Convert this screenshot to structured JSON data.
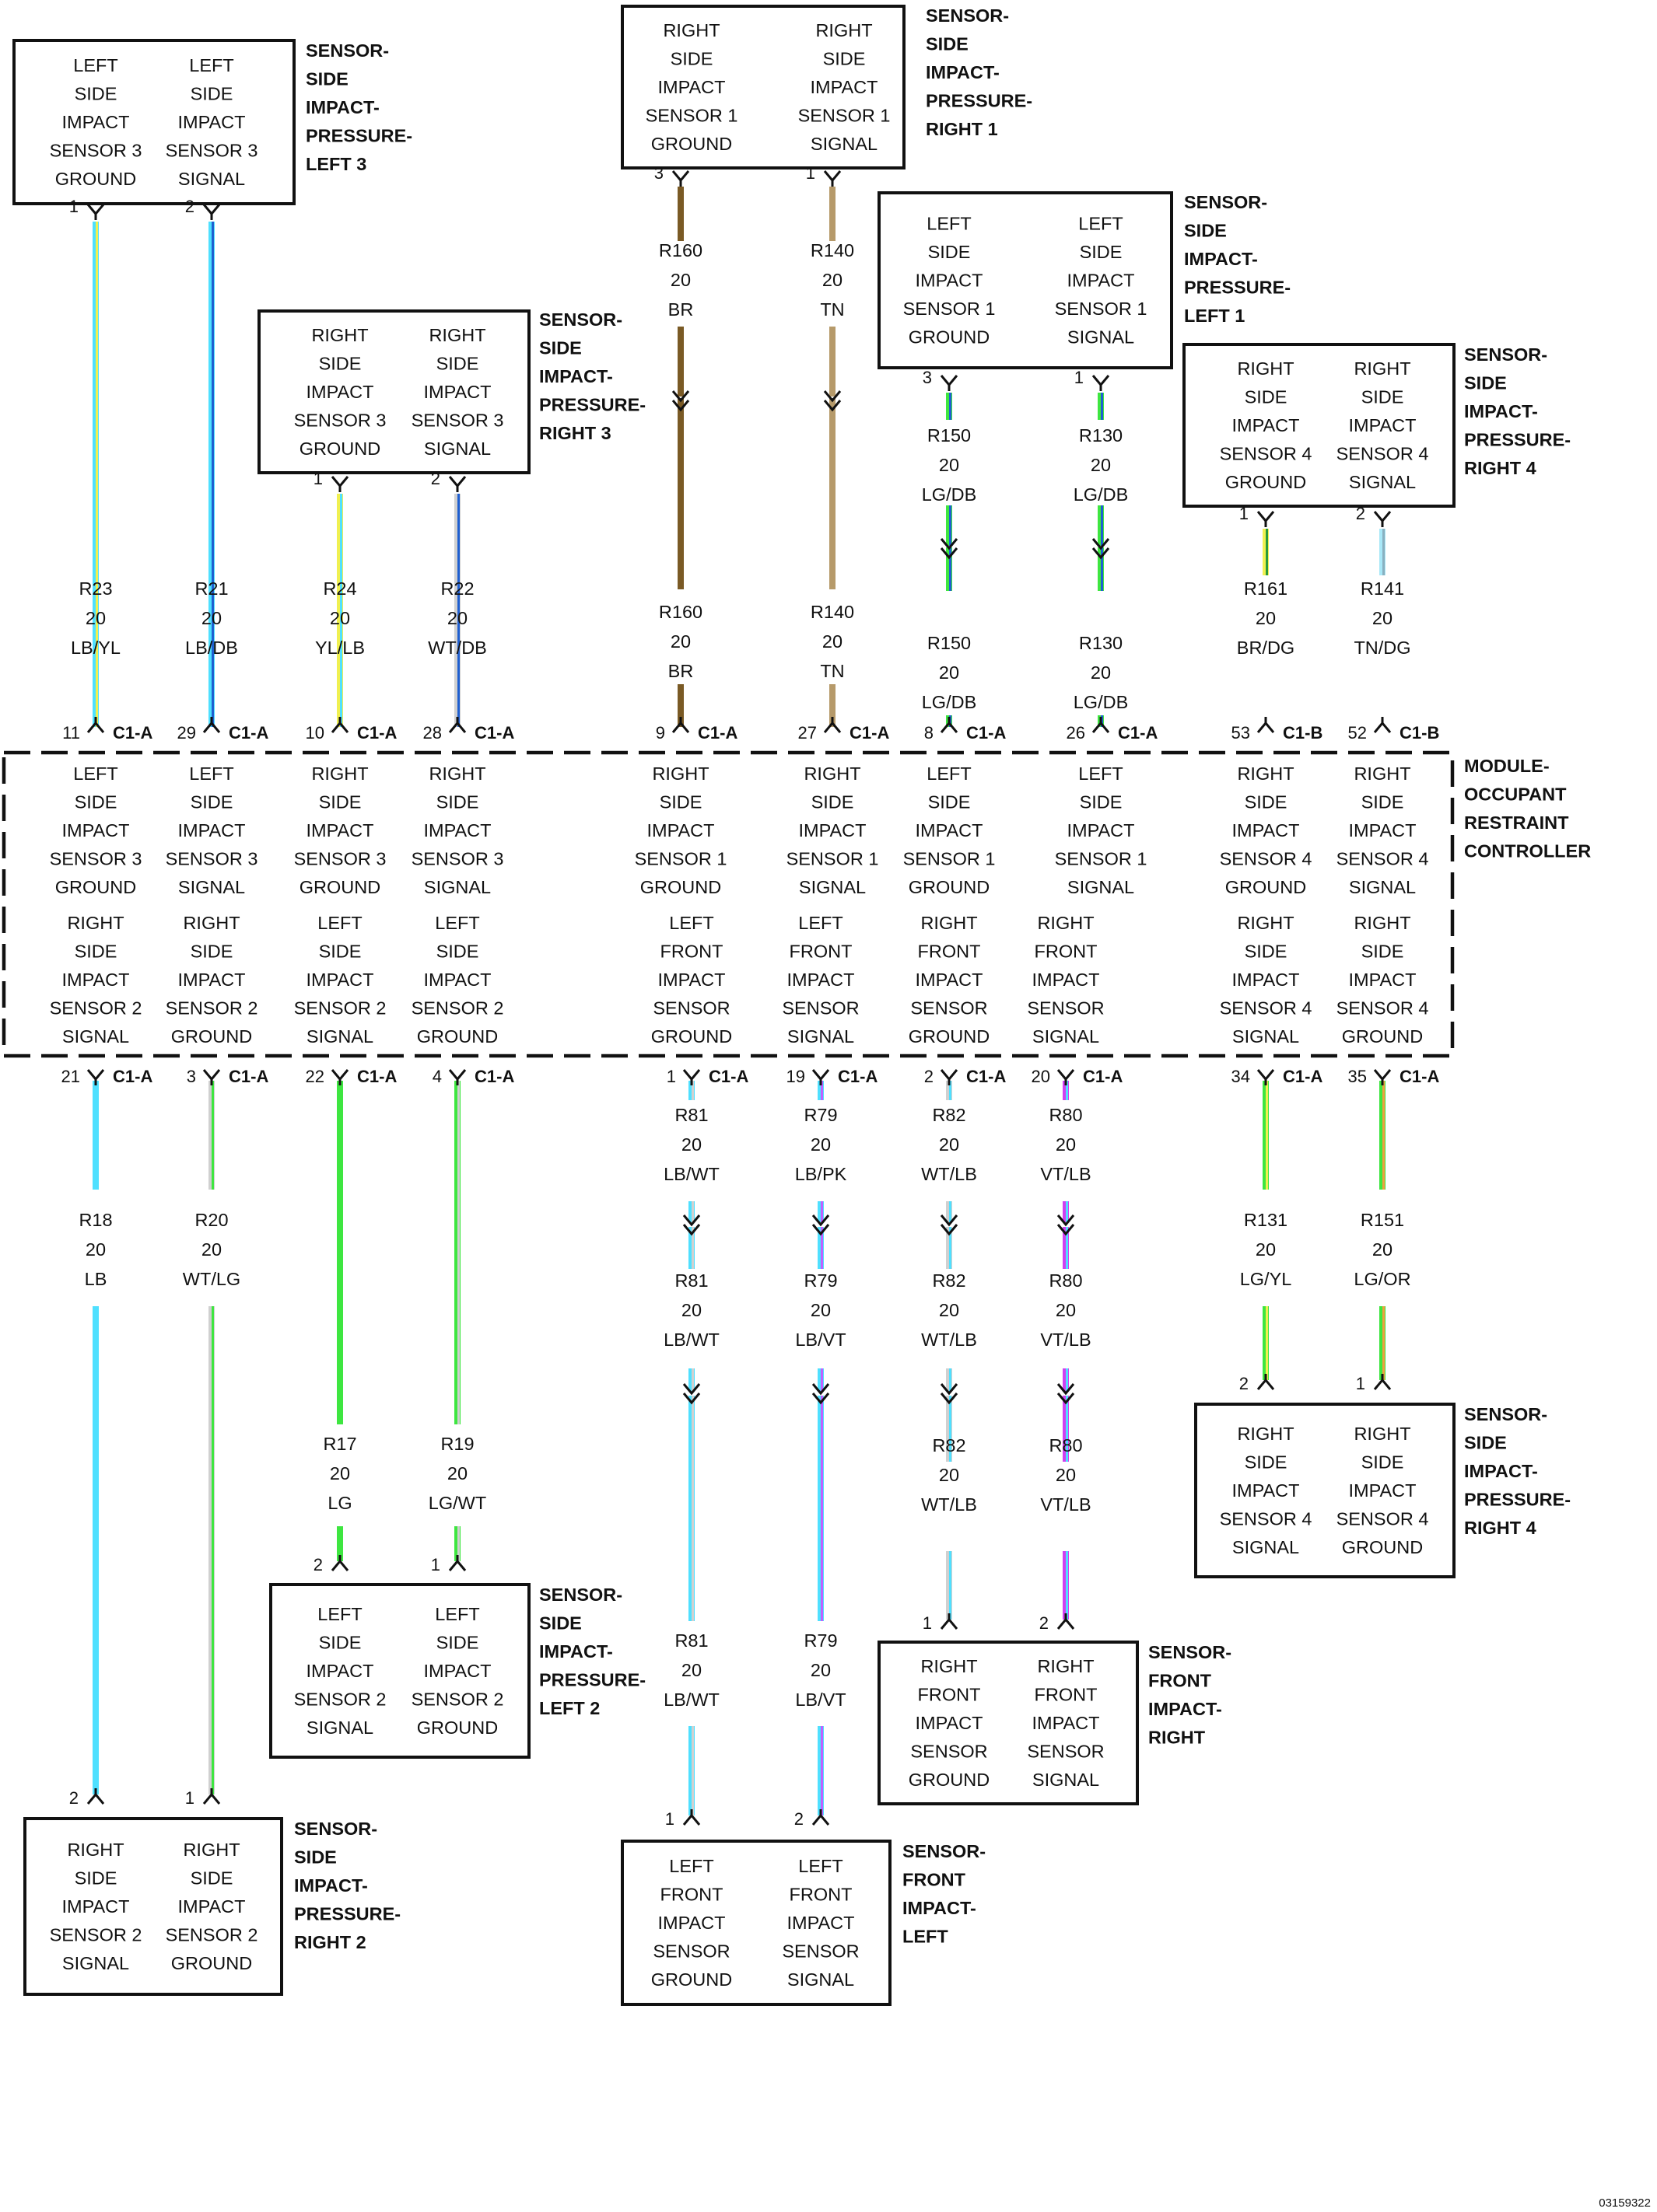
{
  "figure_id": "03159322",
  "module": {
    "title": [
      "MODULE-",
      "OCCUPANT",
      "RESTRAINT",
      "CONTROLLER"
    ],
    "top_cells": [
      [
        "LEFT",
        "SIDE",
        "IMPACT",
        "SENSOR 3",
        "GROUND"
      ],
      [
        "LEFT",
        "SIDE",
        "IMPACT",
        "SENSOR 3",
        "SIGNAL"
      ],
      [
        "RIGHT",
        "SIDE",
        "IMPACT",
        "SENSOR 3",
        "GROUND"
      ],
      [
        "RIGHT",
        "SIDE",
        "IMPACT",
        "SENSOR 3",
        "SIGNAL"
      ],
      [
        "RIGHT",
        "SIDE",
        "IMPACT",
        "SENSOR 1",
        "GROUND"
      ],
      [
        "RIGHT",
        "SIDE",
        "IMPACT",
        "SENSOR 1",
        "SIGNAL"
      ],
      [
        "LEFT",
        "SIDE",
        "IMPACT",
        "SENSOR 1",
        "GROUND"
      ],
      [
        "LEFT",
        "SIDE",
        "IMPACT",
        "SENSOR 1",
        "SIGNAL"
      ],
      [
        "RIGHT",
        "SIDE",
        "IMPACT",
        "SENSOR 4",
        "GROUND"
      ],
      [
        "RIGHT",
        "SIDE",
        "IMPACT",
        "SENSOR 4",
        "SIGNAL"
      ]
    ],
    "bottom_cells": [
      [
        "RIGHT",
        "SIDE",
        "IMPACT",
        "SENSOR 2",
        "SIGNAL"
      ],
      [
        "RIGHT",
        "SIDE",
        "IMPACT",
        "SENSOR 2",
        "GROUND"
      ],
      [
        "LEFT",
        "SIDE",
        "IMPACT",
        "SENSOR 2",
        "SIGNAL"
      ],
      [
        "LEFT",
        "SIDE",
        "IMPACT",
        "SENSOR 2",
        "GROUND"
      ],
      [
        "LEFT",
        "FRONT",
        "IMPACT",
        "SENSOR",
        "GROUND"
      ],
      [
        "LEFT",
        "FRONT",
        "IMPACT",
        "SENSOR",
        "SIGNAL"
      ],
      [
        "RIGHT",
        "FRONT",
        "IMPACT",
        "SENSOR",
        "GROUND"
      ],
      [
        "RIGHT",
        "FRONT",
        "IMPACT",
        "SENSOR",
        "SIGNAL"
      ],
      [
        "RIGHT",
        "SIDE",
        "IMPACT",
        "SENSOR 4",
        "SIGNAL"
      ],
      [
        "RIGHT",
        "SIDE",
        "IMPACT",
        "SENSOR 4",
        "GROUND"
      ]
    ]
  },
  "components": [
    {
      "title": [
        "SENSOR-",
        "SIDE",
        "IMPACT-",
        "PRESSURE-",
        "LEFT 3"
      ],
      "cells": [
        [
          "LEFT",
          "SIDE",
          "IMPACT",
          "SENSOR 3",
          "GROUND"
        ],
        [
          "LEFT",
          "SIDE",
          "IMPACT",
          "SENSOR 3",
          "SIGNAL"
        ]
      ]
    },
    {
      "title": [
        "SENSOR-",
        "SIDE",
        "IMPACT-",
        "PRESSURE-",
        "RIGHT 1"
      ],
      "cells": [
        [
          "RIGHT",
          "SIDE",
          "IMPACT",
          "SENSOR 1",
          "GROUND"
        ],
        [
          "RIGHT",
          "SIDE",
          "IMPACT",
          "SENSOR 1",
          "SIGNAL"
        ]
      ]
    },
    {
      "title": [
        "SENSOR-",
        "SIDE",
        "IMPACT-",
        "PRESSURE-",
        "LEFT 1"
      ],
      "cells": [
        [
          "LEFT",
          "SIDE",
          "IMPACT",
          "SENSOR 1",
          "GROUND"
        ],
        [
          "LEFT",
          "SIDE",
          "IMPACT",
          "SENSOR 1",
          "SIGNAL"
        ]
      ]
    },
    {
      "title": [
        "SENSOR-",
        "SIDE",
        "IMPACT-",
        "PRESSURE-",
        "RIGHT 3"
      ],
      "cells": [
        [
          "RIGHT",
          "SIDE",
          "IMPACT",
          "SENSOR 3",
          "GROUND"
        ],
        [
          "RIGHT",
          "SIDE",
          "IMPACT",
          "SENSOR 3",
          "SIGNAL"
        ]
      ]
    },
    {
      "title": [
        "SENSOR-",
        "SIDE",
        "IMPACT-",
        "PRESSURE-",
        "RIGHT 4"
      ],
      "cells": [
        [
          "RIGHT",
          "SIDE",
          "IMPACT",
          "SENSOR 4",
          "GROUND"
        ],
        [
          "RIGHT",
          "SIDE",
          "IMPACT",
          "SENSOR 4",
          "SIGNAL"
        ]
      ]
    },
    {
      "title": [
        "SENSOR-",
        "SIDE",
        "IMPACT-",
        "PRESSURE-",
        "RIGHT 4"
      ],
      "cells": [
        [
          "RIGHT",
          "SIDE",
          "IMPACT",
          "SENSOR 4",
          "SIGNAL"
        ],
        [
          "RIGHT",
          "SIDE",
          "IMPACT",
          "SENSOR 4",
          "GROUND"
        ]
      ]
    },
    {
      "title": [
        "SENSOR-",
        "SIDE",
        "IMPACT-",
        "PRESSURE-",
        "LEFT 2"
      ],
      "cells": [
        [
          "LEFT",
          "SIDE",
          "IMPACT",
          "SENSOR 2",
          "SIGNAL"
        ],
        [
          "LEFT",
          "SIDE",
          "IMPACT",
          "SENSOR 2",
          "GROUND"
        ]
      ]
    },
    {
      "title": [
        "SENSOR-",
        "FRONT",
        "IMPACT-",
        "RIGHT"
      ],
      "cells": [
        [
          "RIGHT",
          "FRONT",
          "IMPACT",
          "SENSOR",
          "GROUND"
        ],
        [
          "RIGHT",
          "FRONT",
          "IMPACT",
          "SENSOR",
          "SIGNAL"
        ]
      ]
    },
    {
      "title": [
        "SENSOR-",
        "SIDE",
        "IMPACT-",
        "PRESSURE-",
        "RIGHT 2"
      ],
      "cells": [
        [
          "RIGHT",
          "SIDE",
          "IMPACT",
          "SENSOR 2",
          "SIGNAL"
        ],
        [
          "RIGHT",
          "SIDE",
          "IMPACT",
          "SENSOR 2",
          "GROUND"
        ]
      ]
    },
    {
      "title": [
        "SENSOR-",
        "FRONT",
        "IMPACT-",
        "LEFT"
      ],
      "cells": [
        [
          "LEFT",
          "FRONT",
          "IMPACT",
          "SENSOR",
          "GROUND"
        ],
        [
          "LEFT",
          "FRONT",
          "IMPACT",
          "SENSOR",
          "SIGNAL"
        ]
      ]
    }
  ],
  "wires": [
    {
      "circuit": "R23",
      "gauge": "20",
      "color": "LB/YL",
      "colors": [
        "#4fe0ff",
        "#f0f050"
      ],
      "comp_pin": "1",
      "module_pin": "11",
      "connector": "C1-A"
    },
    {
      "circuit": "R21",
      "gauge": "20",
      "color": "LB/DB",
      "colors": [
        "#4fe0ff",
        "#1f5fd0"
      ],
      "comp_pin": "2",
      "module_pin": "29",
      "connector": "C1-A"
    },
    {
      "circuit": "R24",
      "gauge": "20",
      "color": "YL/LB",
      "colors": [
        "#f0f050",
        "#4fe0ff"
      ],
      "comp_pin": "1",
      "module_pin": "10",
      "connector": "C1-A"
    },
    {
      "circuit": "R22",
      "gauge": "20",
      "color": "WT/DB",
      "colors": [
        "#d0d0d0",
        "#1f5fd0"
      ],
      "comp_pin": "2",
      "module_pin": "28",
      "connector": "C1-A"
    },
    {
      "circuit": "R160",
      "gauge": "20",
      "color": "BR",
      "colors": [
        "#7a5a25"
      ],
      "comp_pin": "3",
      "module_pin": "9",
      "connector": "C1-A"
    },
    {
      "circuit": "R140",
      "gauge": "20",
      "color": "TN",
      "colors": [
        "#b69a6a"
      ],
      "comp_pin": "1",
      "module_pin": "27",
      "connector": "C1-A"
    },
    {
      "circuit": "R150",
      "gauge": "20",
      "color": "LG/DB",
      "colors": [
        "#3ee640",
        "#1f5fd0"
      ],
      "comp_pin": "3",
      "module_pin": "8",
      "connector": "C1-A"
    },
    {
      "circuit": "R130",
      "gauge": "20",
      "color": "LG/DB",
      "colors": [
        "#3ee640",
        "#1f5fd0"
      ],
      "comp_pin": "1",
      "module_pin": "26",
      "connector": "C1-A"
    },
    {
      "circuit": "R161",
      "gauge": "20",
      "color": "BR/DG",
      "colors": [
        "#f0f050",
        "#2a9a3a"
      ],
      "comp_pin": "1",
      "module_pin": "53",
      "connector": "C1-B"
    },
    {
      "circuit": "R141",
      "gauge": "20",
      "color": "TN/DG",
      "colors": [
        "#a8e8f8",
        "#8ab0c0"
      ],
      "comp_pin": "2",
      "module_pin": "52",
      "connector": "C1-B"
    },
    {
      "circuit": "R18",
      "gauge": "20",
      "color": "LB",
      "colors": [
        "#4fe0ff"
      ],
      "comp_pin": "2",
      "module_pin": "21",
      "connector": "C1-A"
    },
    {
      "circuit": "R20",
      "gauge": "20",
      "color": "WT/LG",
      "colors": [
        "#d0d0d0",
        "#3ee640"
      ],
      "comp_pin": "1",
      "module_pin": "3",
      "connector": "C1-A"
    },
    {
      "circuit": "R17",
      "gauge": "20",
      "color": "LG",
      "colors": [
        "#3ee640"
      ],
      "comp_pin": "2",
      "module_pin": "22",
      "connector": "C1-A"
    },
    {
      "circuit": "R19",
      "gauge": "20",
      "color": "LG/WT",
      "colors": [
        "#3ee640",
        "#d0d0d0"
      ],
      "comp_pin": "1",
      "module_pin": "4",
      "connector": "C1-A"
    },
    {
      "circuit": "R81",
      "gauge": "20",
      "color": "LB/WT",
      "colors": [
        "#4fe0ff",
        "#d0d0d0"
      ],
      "comp_pin": "1",
      "module_pin": "1",
      "connector": "C1-A"
    },
    {
      "circuit": "R79",
      "gauge": "20",
      "color": "LB/PK",
      "color_mid": "LB/VT",
      "colors": [
        "#4fe0ff",
        "#c060ff"
      ],
      "comp_pin": "2",
      "module_pin": "19",
      "connector": "C1-A"
    },
    {
      "circuit": "R82",
      "gauge": "20",
      "color": "WT/LB",
      "colors": [
        "#d0d0d0",
        "#4fe0ff"
      ],
      "comp_pin": "1",
      "module_pin": "2",
      "connector": "C1-A"
    },
    {
      "circuit": "R80",
      "gauge": "20",
      "color": "VT/LB",
      "colors": [
        "#d040f0",
        "#4fe0ff"
      ],
      "comp_pin": "2",
      "module_pin": "20",
      "connector": "C1-A"
    },
    {
      "circuit": "R131",
      "gauge": "20",
      "color": "LG/YL",
      "colors": [
        "#3ee640",
        "#f0f050"
      ],
      "comp_pin": "2",
      "module_pin": "34",
      "connector": "C1-A"
    },
    {
      "circuit": "R151",
      "gauge": "20",
      "color": "LG/OR",
      "colors": [
        "#3ee640",
        "#f0a040"
      ],
      "comp_pin": "1",
      "module_pin": "35",
      "connector": "C1-A"
    }
  ]
}
